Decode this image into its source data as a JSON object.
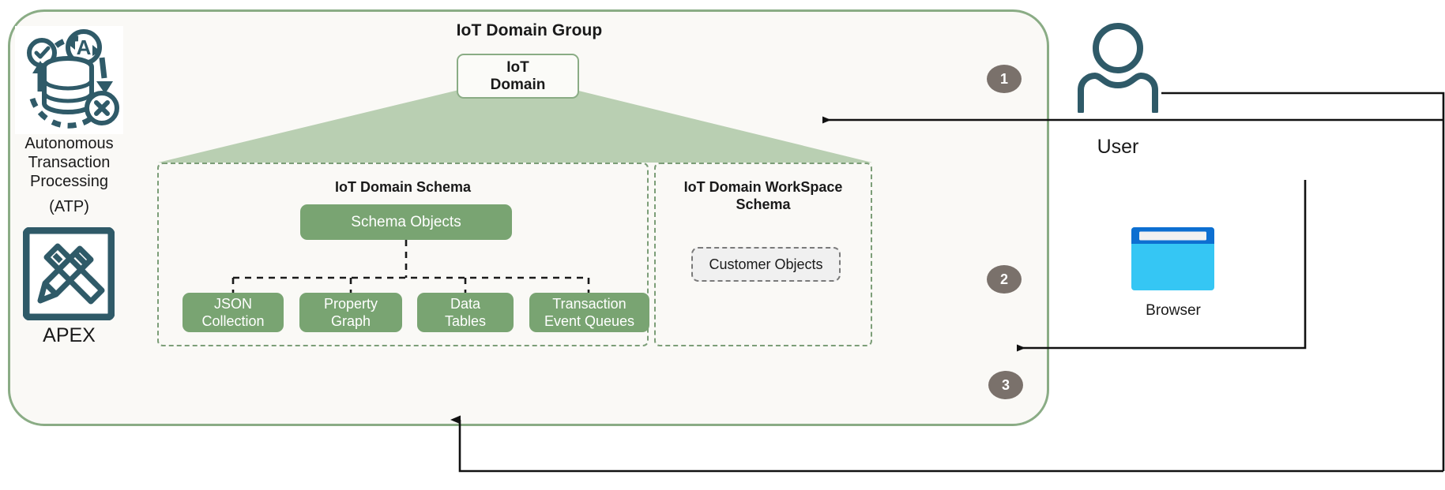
{
  "diagram": {
    "group_title": "IoT Domain Group",
    "left_column": {
      "atp_icon": "autonomous-database-icon",
      "atp_label_line1": "Autonomous",
      "atp_label_line2": "Transaction",
      "atp_label_line3": "Processing",
      "atp_abbr": "(ATP)",
      "apex_icon": "pencil-ruler-icon",
      "apex_label": "APEX"
    },
    "iot_domain": {
      "line1": "IoT",
      "line2": "Domain"
    },
    "schema_panel": {
      "title": "IoT Domain Schema",
      "root_node": "Schema Objects",
      "children": [
        {
          "line1": "JSON",
          "line2": "Collection"
        },
        {
          "line1": "Property",
          "line2": "Graph"
        },
        {
          "line1": "Data",
          "line2": "Tables"
        },
        {
          "line1": "Transaction",
          "line2": "Event Queues"
        }
      ]
    },
    "workspace_panel": {
      "title_line1": "IoT Domain WorkSpace",
      "title_line2": "Schema",
      "object_box": "Customer Objects"
    },
    "actors": {
      "user_icon": "user-person-icon",
      "user_label": "User",
      "browser_icon": "browser-window-icon",
      "browser_label": "Browser"
    },
    "steps": [
      {
        "number": "1"
      },
      {
        "number": "2"
      },
      {
        "number": "3"
      }
    ],
    "colors": {
      "container_border": "#8aac85",
      "container_fill": "#faf9f6",
      "node_fill": "#79a472",
      "pyramid_fill": "#b9cfb2",
      "dashed_border": "#7c9e78",
      "badge_fill": "#7a716b",
      "icon_teal": "#2f5a68",
      "browser_header": "#0d6fd1",
      "browser_body": "#35c6f4"
    }
  }
}
